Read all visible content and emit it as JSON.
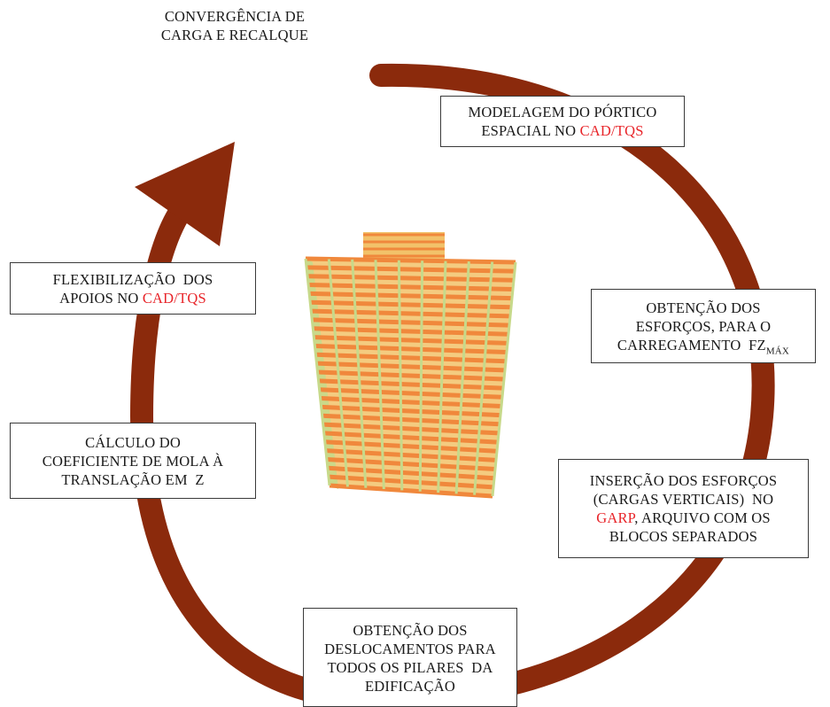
{
  "colors": {
    "arrow": "#8b2a0c",
    "highlight": "#e8252a",
    "border": "#3a3a3a",
    "building_slab": "#f0883c",
    "building_wall": "#f2c26a",
    "building_column": "#c7d98a"
  },
  "top_label": {
    "line1": "CONVERGÊNCIA DE",
    "line2": "CARGA E RECALQUE"
  },
  "steps": {
    "modelagem": {
      "line1": "MODELAGEM DO PÓRTICO",
      "line2_prefix": "ESPACIAL NO ",
      "line2_highlight": "CAD/TQS"
    },
    "obtencao_esforcos": {
      "line1": "OBTENÇÃO DOS",
      "line2": "ESFORÇOS, PARA O",
      "line3_prefix": "CARREGAMENTO  FZ",
      "line3_sub": "MÁX"
    },
    "insercao": {
      "line1": "INSERÇÃO DOS ESFORÇOS",
      "line2": "(CARGAS VERTICAIS)  NO",
      "line3_highlight": "GARP",
      "line3_suffix": ", ARQUIVO COM OS",
      "line4": "BLOCOS SEPARADOS"
    },
    "deslocamentos": {
      "line1": "OBTENÇÃO DOS",
      "line2": "DESLOCAMENTOS PARA",
      "line3": "TODOS OS PILARES  DA",
      "line4": "EDIFICAÇÃO"
    },
    "calculo": {
      "line1": "CÁLCULO DO",
      "line2": "COEFICIENTE DE MOLA À",
      "line3": "TRANSLAÇÃO EM  Z"
    },
    "flexibilizacao": {
      "line1": "FLEXIBILIZAÇÃO  DOS",
      "line2_prefix": "APOIOS NO ",
      "line2_highlight": "CAD/TQS"
    }
  },
  "building": {
    "floors": 26
  }
}
